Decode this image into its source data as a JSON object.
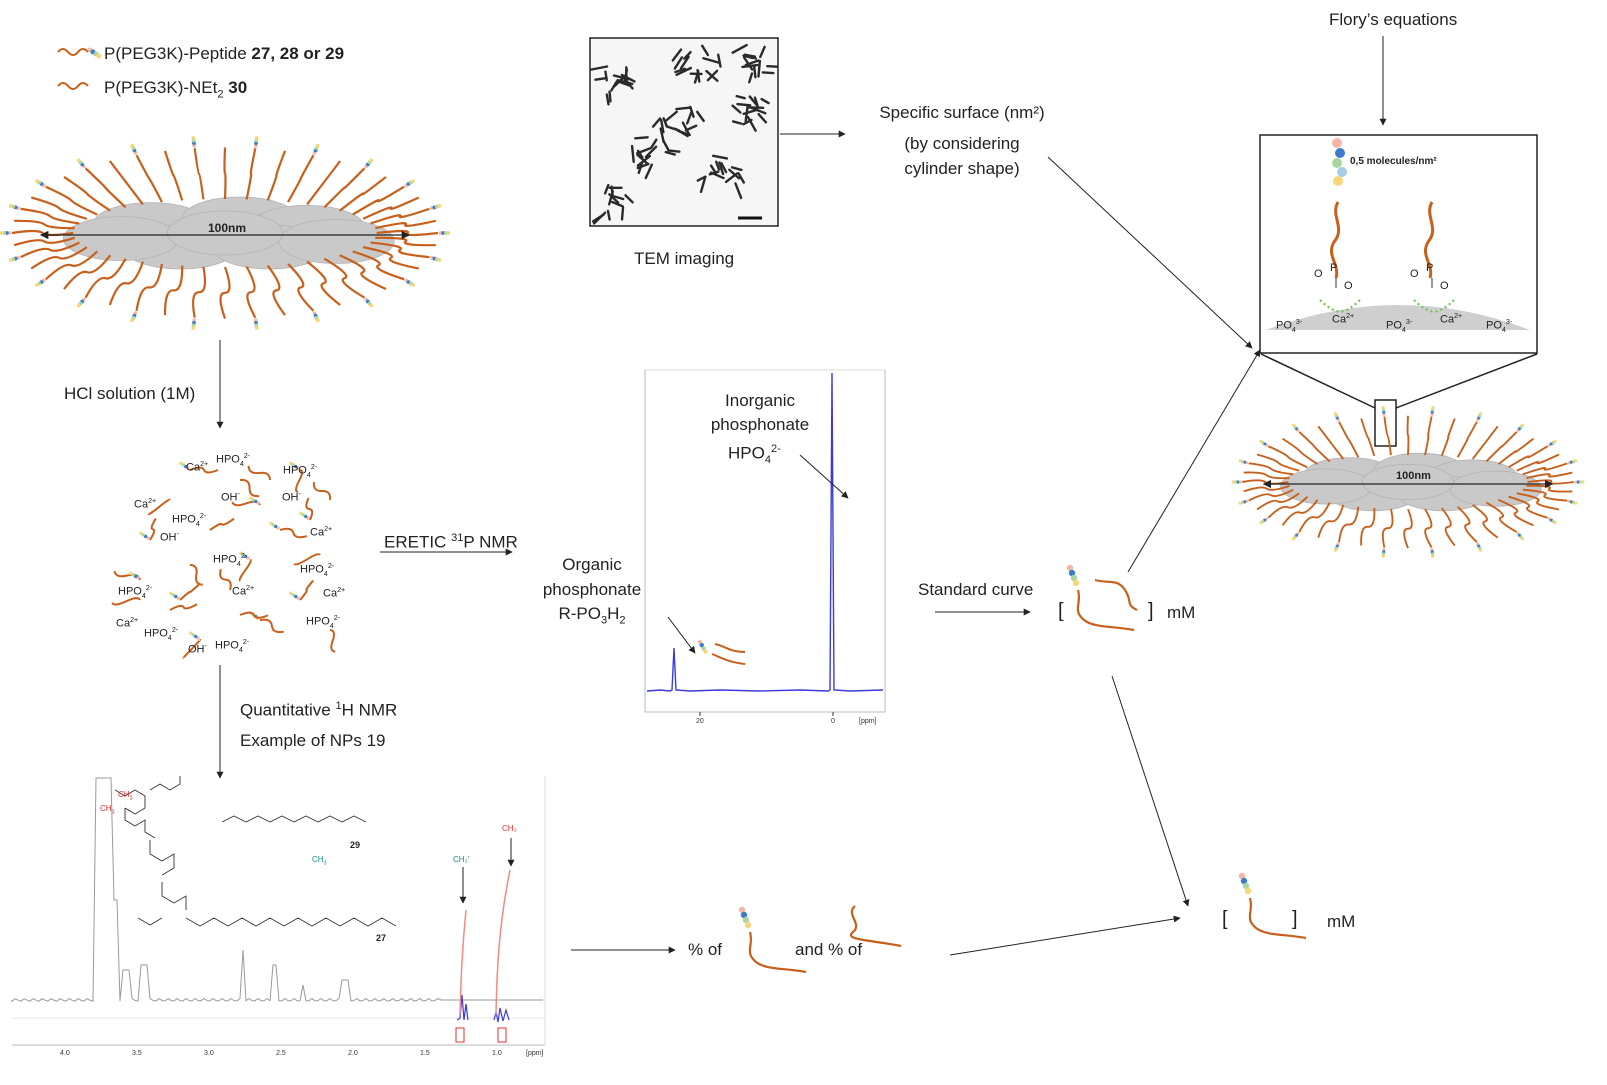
{
  "legend": {
    "peptide_label": "P(PEG3K)-Peptide ",
    "peptide_ids": "27, 28 or 29",
    "net2_label_a": "P(PEG3K)-NEt",
    "net2_label_sub": "2",
    "net2_id": "30"
  },
  "np_top": {
    "size_label": "100nm"
  },
  "steps": {
    "hcl": "HCl solution (1M)",
    "eretic_a": "ERETIC ",
    "eretic_sup": "31",
    "eretic_b": "P NMR",
    "qnmr_a": "Quantitative ",
    "qnmr_sup": "1",
    "qnmr_b": "H NMR",
    "qnmr_example": "Example of NPs 19",
    "tem": "TEM imaging",
    "surface_line1": "Specific surface (nm²)",
    "surface_line2": "(by considering",
    "surface_line3": "cylinder shape)",
    "flory": "Flory’s equations",
    "standard_curve": "Standard curve"
  },
  "ions": {
    "ca": "Ca",
    "ca_sup": "2+",
    "hpo4": "HPO",
    "hpo4_sub": "4",
    "hpo4_sup": "2-",
    "oh": "OH",
    "oh_sup": "-"
  },
  "p31": {
    "inorganic_1": "Inorganic",
    "inorganic_2": "phosphonate",
    "organic_1": "Organic",
    "organic_2": "phosphonate",
    "organic_3_a": "R-PO",
    "organic_3_sub1": "3",
    "organic_3_b": "H",
    "organic_3_sub2": "2",
    "x_ticks": [
      "20",
      "0"
    ],
    "x_unit": "[ppm]"
  },
  "conc": {
    "bracket_open": "[",
    "bracket_close": "]",
    "unit": "mM"
  },
  "percent": {
    "of1": "% of",
    "of2": "and % of"
  },
  "zoom": {
    "density": "0,5 molecules/nm²",
    "size_label": "100nm",
    "po4": "PO",
    "po4_sub": "4",
    "po4_sup": "3-",
    "ca": "Ca",
    "ca_sup": "2+",
    "phos_o": "O",
    "phos_p": "P"
  },
  "h1": {
    "compound_29": "29",
    "compound_27": "27",
    "ch3_label": "CH",
    "ch3_sub": "3",
    "peak_a": "CH₃'",
    "peak_b": "CH₃",
    "x_ticks": [
      "4.0",
      "3.5",
      "3.0",
      "2.5",
      "2.0",
      "1.5",
      "1.0"
    ],
    "x_unit": "[ppm]"
  },
  "colors": {
    "peg": "#c8601c",
    "np_fill": "#c9c9c9",
    "nmr_blue": "#3b3bdc",
    "nmr_gray": "#9a9a9a",
    "peak_red": "#e03030",
    "teal": "#1b8c8c",
    "bead_pink": "#f4b8a6",
    "bead_blue": "#3d7cc9",
    "bead_green": "#a8d6a0",
    "bead_lightblue": "#a6cde6",
    "bead_yellow": "#f6d77a"
  }
}
